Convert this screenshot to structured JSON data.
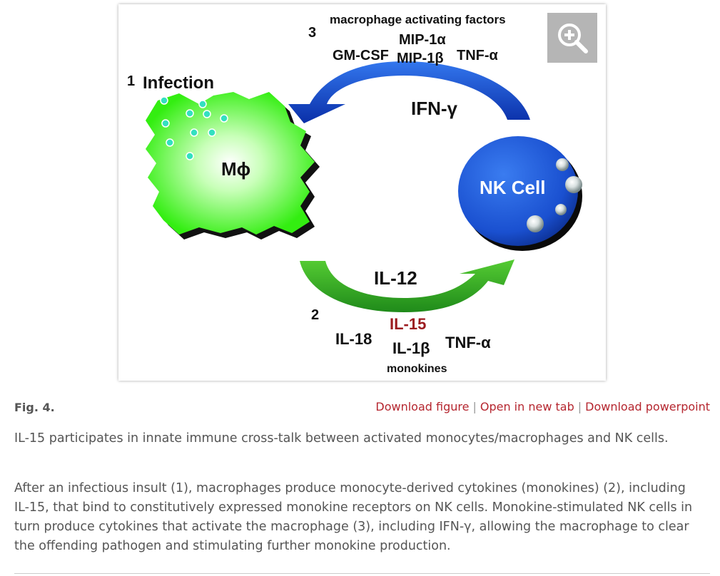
{
  "figure": {
    "labels": {
      "step1": "1",
      "infection": "Infection",
      "macrophage": "Mϕ",
      "step3": "3",
      "macrophage_activating_factors": "macrophage activating factors",
      "mip1a": "MIP-1α",
      "gmcsf": "GM-CSF",
      "mip1b": "MIP-1β",
      "tnfa_top": "TNF-α",
      "ifng": "IFN-γ",
      "nk_cell": "NK Cell",
      "il12": "IL-12",
      "step2": "2",
      "il15": "IL-15",
      "il18": "IL-18",
      "il1b": "IL-1β",
      "tnfa_bottom": "TNF-α",
      "monokines": "monokines"
    },
    "colors": {
      "macrophage_green": "#33ee11",
      "arrow_blue": "#1144cc",
      "arrow_green": "#33aa22",
      "nk_blue": "#1a5ad8",
      "il15_red": "#9b1b1f",
      "pathogen_cyan": "#33e0c0"
    },
    "zoom_icon": "zoom-in-icon"
  },
  "caption": {
    "fig_label": "Fig. 4.",
    "links": {
      "download_figure": "Download figure",
      "open_new_tab": "Open in new tab",
      "download_powerpoint": "Download powerpoint",
      "separator": "|"
    },
    "title": "IL-15 participates in innate immune cross-talk between activated monocytes/macrophages and NK cells.",
    "body": "After an infectious insult (1), macrophages produce monocyte-derived cytokines (monokines) (2), including IL-15, that bind to constitutively expressed monokine receptors on NK cells. Monokine-stimulated NK cells in turn produce cytokines that activate the macrophage (3), including IFN-γ, allowing the macrophage to clear the offending pathogen and stimulating further monokine production.",
    "link_color": "#b5262f"
  }
}
